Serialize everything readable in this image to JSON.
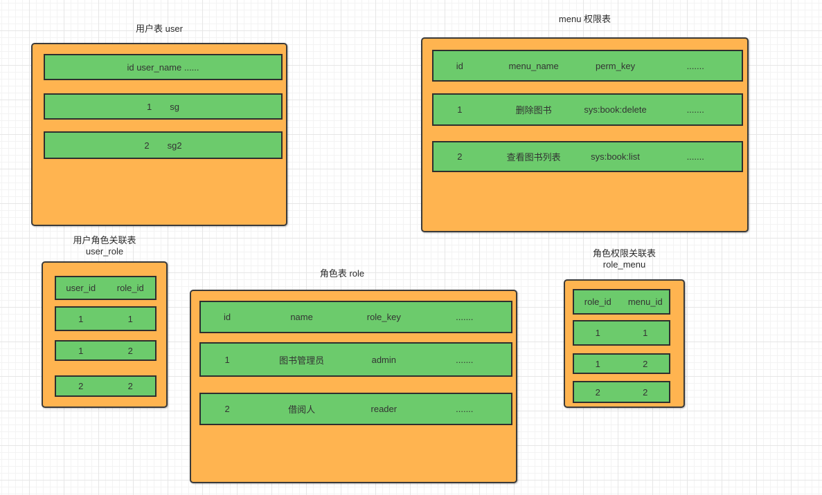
{
  "diagram": {
    "colors": {
      "container_fill": "#FFB450",
      "container_stroke": "#3a3a3a",
      "row_fill": "#6CCB6C",
      "row_stroke": "#2e2e2e",
      "grid_minor": "#f3f3f3",
      "grid_major": "#e6e6e6",
      "text": "#333333"
    },
    "tables": {
      "user": {
        "title": "用户表  user",
        "rows": [
          {
            "cells": [
              "id user_name ......"
            ]
          },
          {
            "cells": [
              "1",
              "sg"
            ]
          },
          {
            "cells": [
              "2",
              "sg2"
            ]
          }
        ]
      },
      "menu": {
        "title": "menu 权限表",
        "rows": [
          {
            "cells": [
              "id",
              "menu_name",
              "perm_key",
              "......."
            ]
          },
          {
            "cells": [
              "1",
              "删除图书",
              "sys:book:delete",
              "......."
            ]
          },
          {
            "cells": [
              "2",
              "查看图书列表",
              "sys:book:list",
              "......."
            ]
          }
        ]
      },
      "user_role": {
        "title": "用户角色关联表\nuser_role",
        "rows": [
          {
            "cells": [
              "user_id",
              "role_id"
            ]
          },
          {
            "cells": [
              "1",
              "1"
            ]
          },
          {
            "cells": [
              "1",
              "2"
            ]
          },
          {
            "cells": [
              "2",
              "2"
            ]
          }
        ]
      },
      "role": {
        "title": "角色表   role",
        "rows": [
          {
            "cells": [
              "id",
              "name",
              "role_key",
              "......."
            ]
          },
          {
            "cells": [
              "1",
              "图书管理员",
              "admin",
              "......."
            ]
          },
          {
            "cells": [
              "2",
              "借阅人",
              "reader",
              "......."
            ]
          }
        ]
      },
      "role_menu": {
        "title": "角色权限关联表\nrole_menu",
        "rows": [
          {
            "cells": [
              "role_id",
              "menu_id"
            ]
          },
          {
            "cells": [
              "1",
              "1"
            ]
          },
          {
            "cells": [
              "1",
              "2"
            ]
          },
          {
            "cells": [
              "2",
              "2"
            ]
          }
        ]
      }
    }
  }
}
